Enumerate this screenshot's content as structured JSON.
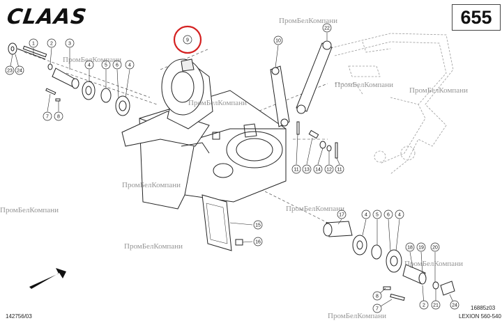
{
  "header": {
    "brand": "CLAAS",
    "page_number": "655"
  },
  "footer": {
    "left_code": "142756/03",
    "right_code": "16885z03",
    "model": "LEXION 560-540"
  },
  "watermarks": [
    "ПромБелКомпани",
    "ПромБелКомпани",
    "ПромБелКомпани",
    "ПромБелКомпани",
    "ПромБелКомпани",
    "ПромБелКомпани",
    "ПромБелКомпани",
    "ПромБелКомпани",
    "ПромБелКомпани",
    "ПромБелКомпани",
    "ПромБелКомпани"
  ],
  "callouts": [
    {
      "label": "1",
      "highlighted": false
    },
    {
      "label": "2",
      "highlighted": false
    },
    {
      "label": "3",
      "highlighted": false
    },
    {
      "label": "23",
      "highlighted": false
    },
    {
      "label": "24",
      "highlighted": false
    },
    {
      "label": "4",
      "highlighted": false
    },
    {
      "label": "5",
      "highlighted": false
    },
    {
      "label": "6",
      "highlighted": false
    },
    {
      "label": "4",
      "highlighted": false
    },
    {
      "label": "7",
      "highlighted": false
    },
    {
      "label": "8",
      "highlighted": false
    },
    {
      "label": "9",
      "highlighted": true
    },
    {
      "label": "10",
      "highlighted": false
    },
    {
      "label": "22",
      "highlighted": false
    },
    {
      "label": "11",
      "highlighted": false
    },
    {
      "label": "13",
      "highlighted": false
    },
    {
      "label": "14",
      "highlighted": false
    },
    {
      "label": "12",
      "highlighted": false
    },
    {
      "label": "11",
      "highlighted": false
    },
    {
      "label": "15",
      "highlighted": false
    },
    {
      "label": "16",
      "highlighted": false
    },
    {
      "label": "17",
      "highlighted": false
    },
    {
      "label": "4",
      "highlighted": false
    },
    {
      "label": "5",
      "highlighted": false
    },
    {
      "label": "6",
      "highlighted": false
    },
    {
      "label": "4",
      "highlighted": false
    },
    {
      "label": "18",
      "highlighted": false
    },
    {
      "label": "19",
      "highlighted": false
    },
    {
      "label": "20",
      "highlighted": false
    },
    {
      "label": "8",
      "highlighted": false
    },
    {
      "label": "7",
      "highlighted": false
    },
    {
      "label": "2",
      "highlighted": false
    },
    {
      "label": "21",
      "highlighted": false
    },
    {
      "label": "24",
      "highlighted": false
    }
  ],
  "colors": {
    "line": "#222222",
    "ghost": "#9a9a9a",
    "highlight_ring": "#d42020",
    "logo_red": "#c83a2a"
  }
}
